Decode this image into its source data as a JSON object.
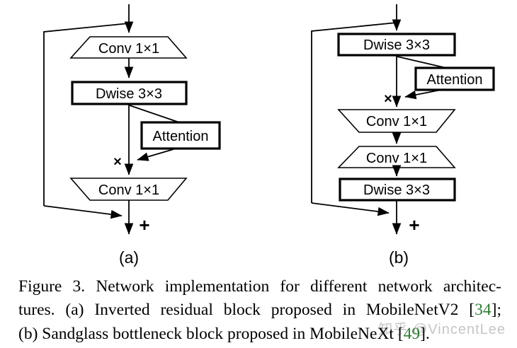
{
  "figure": {
    "diagram_a": {
      "label": "(a)",
      "nodes": {
        "conv_expand": "Conv 1×1",
        "dwise": "Dwise 3×3",
        "attention": "Attention",
        "conv_reduce": "Conv 1×1"
      },
      "multiply_symbol": "×",
      "plus_symbol": "+"
    },
    "diagram_b": {
      "label": "(b)",
      "nodes": {
        "dwise_top": "Dwise 3×3",
        "attention": "Attention",
        "conv_reduce": "Conv 1×1",
        "conv_expand": "Conv 1×1",
        "dwise_bottom": "Dwise 3×3"
      },
      "multiply_symbol": "×",
      "plus_symbol": "+"
    }
  },
  "caption": {
    "line1": "Figure 3. Network implementation for different network architec-",
    "line2_pre": "tures. (a) Inverted residual block proposed in MobileNetV2 [",
    "line2_cite": "34",
    "line2_post": "];",
    "line3_pre": "(b) Sandglass bottleneck block proposed in MobileNeXt [",
    "line3_cite": "49",
    "line3_post": "]."
  },
  "watermark": "知乎 @VincentLee",
  "colors": {
    "ink": "#000000",
    "background": "#ffffff",
    "citation_green": "#2e7d32",
    "watermark_gray": "#c6c6c6"
  }
}
